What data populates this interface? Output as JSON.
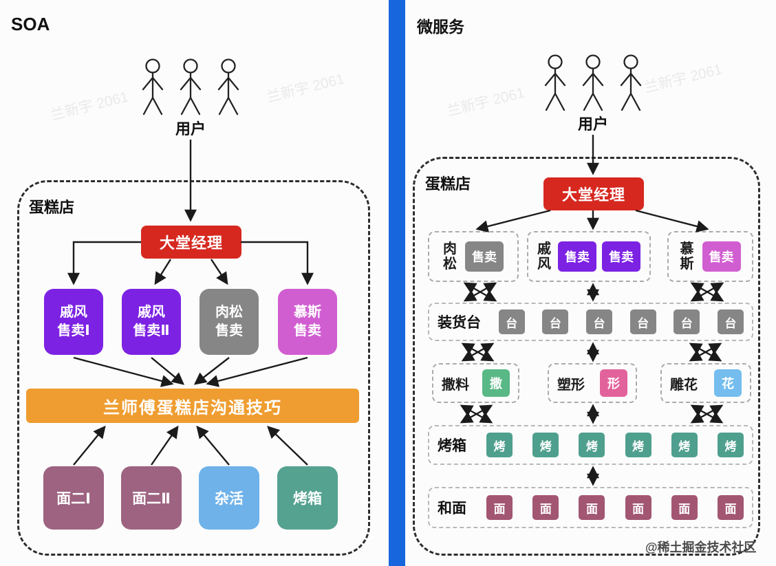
{
  "watermark": {
    "site": "@稀土掘金技术社区",
    "faint": "兰新宇 2061"
  },
  "left": {
    "title": "SOA",
    "users_label": "用户",
    "shop_label": "蛋糕店",
    "manager_label": "大堂经理",
    "bus_label": "兰师傅蛋糕店沟通技巧",
    "services": [
      {
        "line1": "戚风",
        "line2": "售卖Ⅰ"
      },
      {
        "line1": "戚风",
        "line2": "售卖Ⅱ"
      },
      {
        "line1": "肉松",
        "line2": "售卖"
      },
      {
        "line1": "慕斯",
        "line2": "售卖"
      }
    ],
    "workers": [
      {
        "label": "面二Ⅰ"
      },
      {
        "label": "面二Ⅱ"
      },
      {
        "label": "杂活"
      },
      {
        "label": "烤箱"
      }
    ]
  },
  "right": {
    "title": "微服务",
    "users_label": "用户",
    "shop_label": "蛋糕店",
    "manager_label": "大堂经理",
    "sell_groups": [
      {
        "label": "肉松",
        "unit": "售卖"
      },
      {
        "label": "戚风",
        "unit": "售卖"
      },
      {
        "label": "慕斯",
        "unit": "售卖"
      }
    ],
    "loading_row": {
      "label": "装货台",
      "unit": "台"
    },
    "craft_groups": [
      {
        "label": "撒料",
        "unit": "撒"
      },
      {
        "label": "塑形",
        "unit": "形"
      },
      {
        "label": "雕花",
        "unit": "花"
      }
    ],
    "oven_row": {
      "label": "烤箱",
      "unit": "烤"
    },
    "dough_row": {
      "label": "和面",
      "unit": "面"
    }
  },
  "colors": {
    "divider_blue": "#1766dd",
    "manager_red": "#d6281f",
    "service_purple": "#7c22e3",
    "service_gray": "#868686",
    "service_orchid": "#d15ed1",
    "bus_orange": "#ef9d30",
    "worker_plum": "#9d6380",
    "worker_blue": "#6fb2ea",
    "worker_teal": "#55a290",
    "sprinkle_green": "#58b886",
    "shape_pink": "#e2629c",
    "carve_sky": "#74bdee",
    "oven_teal": "#4f9f8e",
    "dough_plum": "#a25672"
  }
}
